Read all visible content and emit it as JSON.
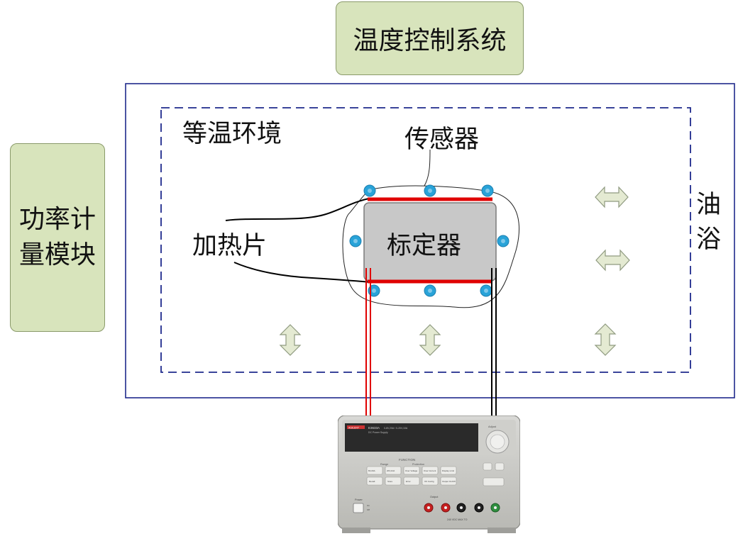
{
  "title_box": "温度控制系统",
  "power_box": [
    "功率计",
    "量模块"
  ],
  "isothermal_label": "等温环境",
  "sensor_label": "传感器",
  "heater_label": "加热片",
  "calibrator_label": "标定器",
  "oil_bath_label": [
    "油",
    "浴"
  ],
  "colors": {
    "green_fill": "#d8e4bc",
    "outer_border": "#1f2a8c",
    "wire_red": "#e00000",
    "wire_black": "#000000",
    "sensor_dot": "#29a3d8",
    "calibrator_fill": "#c8c8c8"
  },
  "power_supply": {
    "brand": "AGILENT",
    "model": "E3633A",
    "model_desc": "0-8V,20A / 0-20V,10A",
    "subtitle": "DC Power Supply",
    "section_function": "FUNCTION",
    "section_range": "Range",
    "section_protection": "Protection",
    "buttons_row1": [
      "8V,20A",
      "20V,10A",
      "Over Voltage",
      "Over Current",
      "Display Limit"
    ],
    "buttons_row2": [
      "Recall",
      "Store",
      "Error",
      "I/O Config",
      "Output On/Off"
    ],
    "power_label": "Power",
    "power_on": "On",
    "power_off": "Off",
    "output_label": "Output",
    "knob_label": "Adjust",
    "terminals_note": "240 VDC MAX TO"
  }
}
